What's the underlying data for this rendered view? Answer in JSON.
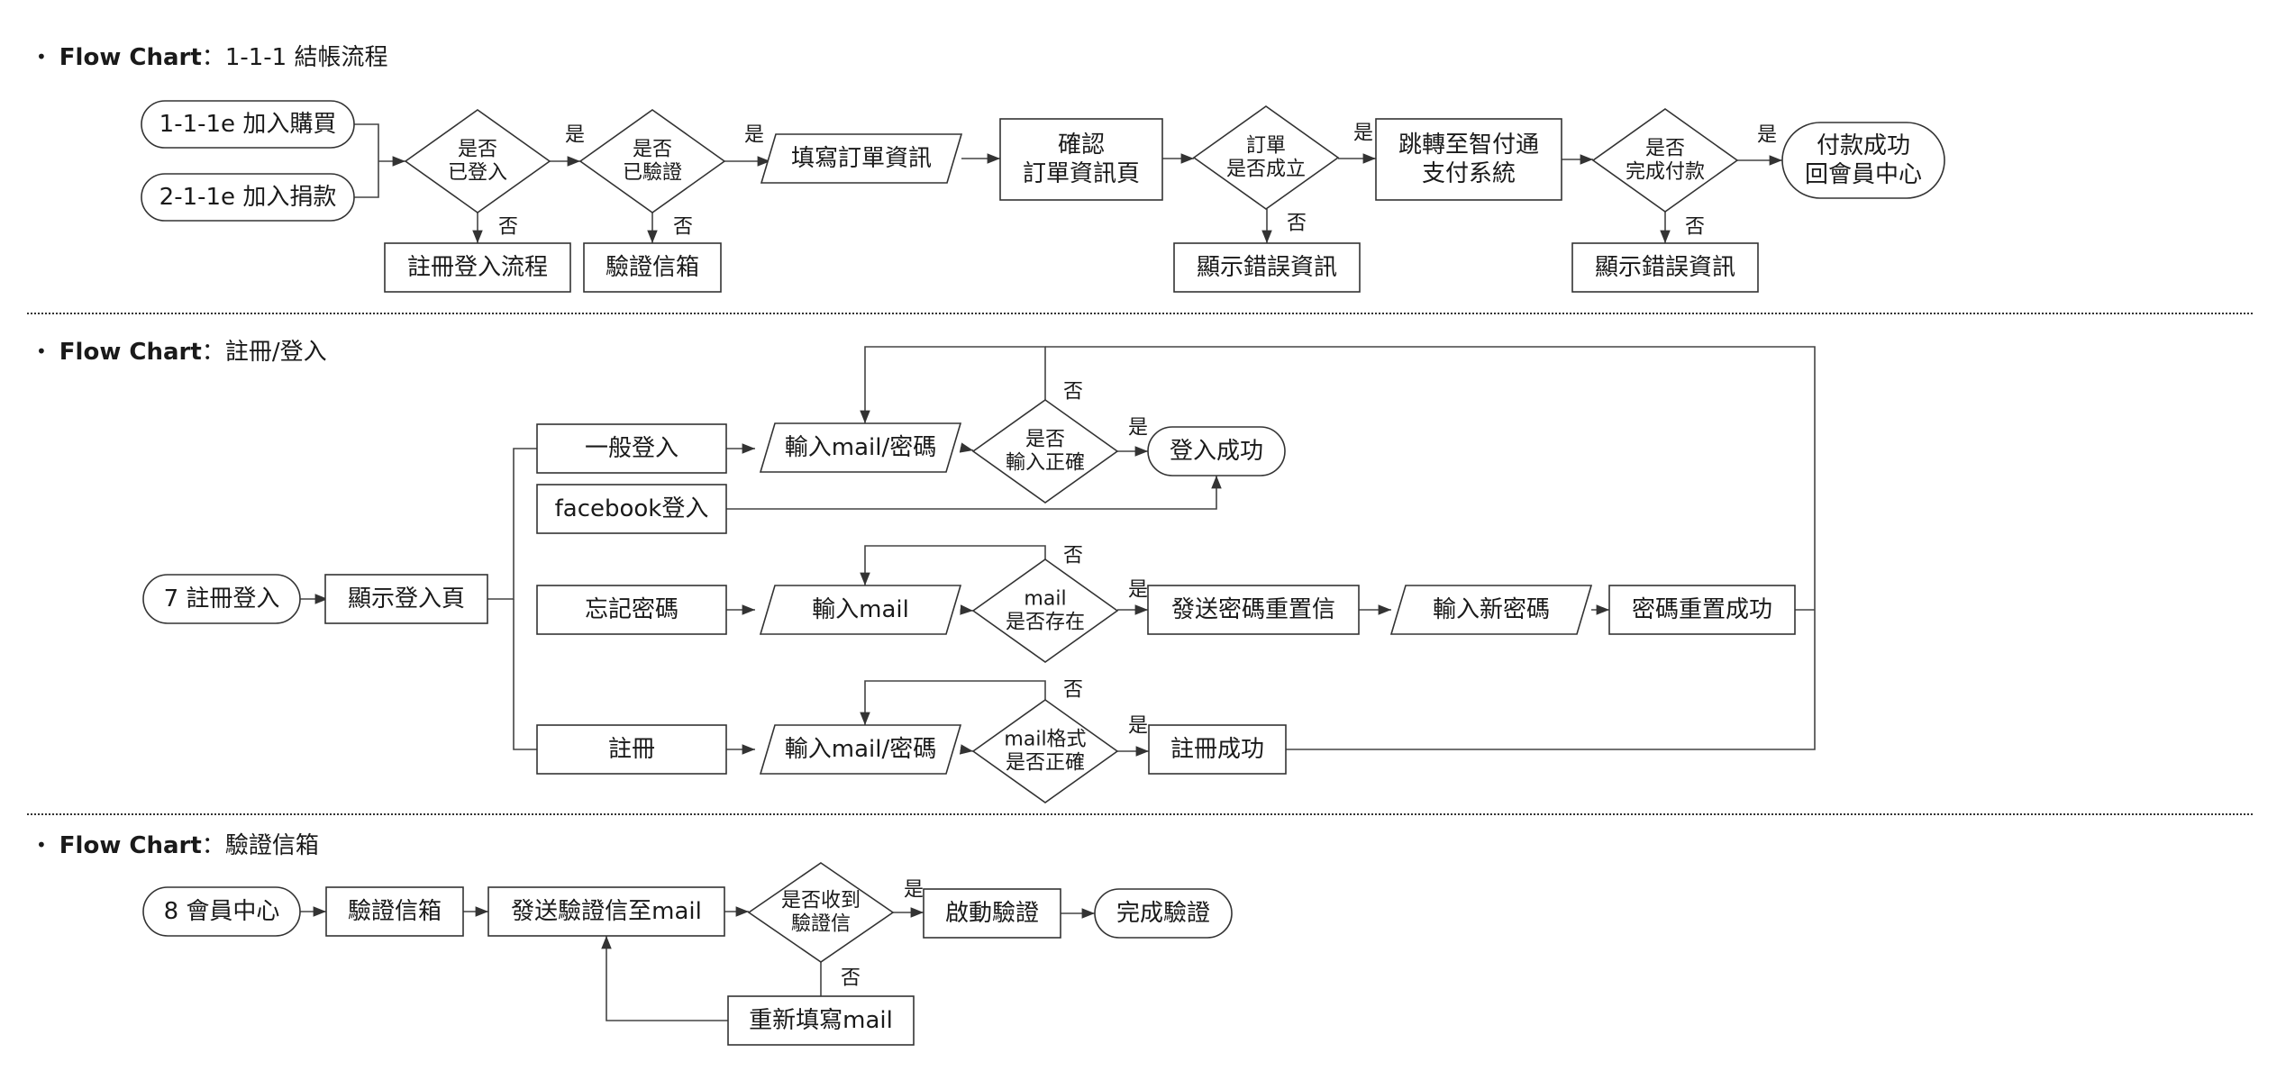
{
  "sections": [
    {
      "bullet": "•",
      "lead": "Flow Chart",
      "colon": "：",
      "title": "1-1-1 結帳流程"
    },
    {
      "bullet": "•",
      "lead": "Flow Chart",
      "colon": "：",
      "title": "註冊/登入"
    },
    {
      "bullet": "•",
      "lead": "Flow Chart",
      "colon": "：",
      "title": "驗證信箱"
    }
  ],
  "nodes": {
    "add_cart": "1-1-1e 加入購買",
    "add_donate": "2-1-1e 加入捐款",
    "is_logged_in": [
      "是否",
      "已登入"
    ],
    "is_verified": [
      "是否",
      "已驗證"
    ],
    "fill_order": "填寫訂單資訊",
    "confirm_order": [
      "確認",
      "訂單資訊頁"
    ],
    "order_ok": [
      "訂單",
      "是否成立"
    ],
    "jump_pay": [
      "跳轉至智付通",
      "支付系統"
    ],
    "pay_done": [
      "是否",
      "完成付款"
    ],
    "pay_success": [
      "付款成功",
      "回會員中心"
    ],
    "reg_login_flow": "註冊登入流程",
    "verify_mailbox_1": "驗證信箱",
    "show_error_1": "顯示錯誤資訊",
    "show_error_2": "顯示錯誤資訊",
    "reg_login_start": "7 註冊登入",
    "show_login_page": "顯示登入頁",
    "normal_login": "一般登入",
    "facebook_login": "facebook登入",
    "forgot_pw": "忘記密碼",
    "register": "註冊",
    "input_mail_pw_1": "輸入mail/密碼",
    "input_correct": [
      "是否",
      "輸入正確"
    ],
    "login_success": "登入成功",
    "input_mail": "輸入mail",
    "mail_exists": [
      "mail",
      "是否存在"
    ],
    "send_reset": "發送密碼重置信",
    "input_new_pw": "輸入新密碼",
    "reset_success": "密碼重置成功",
    "input_mail_pw_2": "輸入mail/密碼",
    "mail_format_ok": [
      "mail格式",
      "是否正確"
    ],
    "register_success": "註冊成功",
    "member_center": "8 會員中心",
    "verify_mailbox_2": "驗證信箱",
    "send_verify_mail": "發送驗證信至mail",
    "got_verify_mail": [
      "是否收到",
      "驗證信"
    ],
    "start_verify": "啟動驗證",
    "verify_done": "完成驗證",
    "refill_mail": "重新填寫mail"
  },
  "labels": {
    "yes": "是",
    "no": "否"
  }
}
